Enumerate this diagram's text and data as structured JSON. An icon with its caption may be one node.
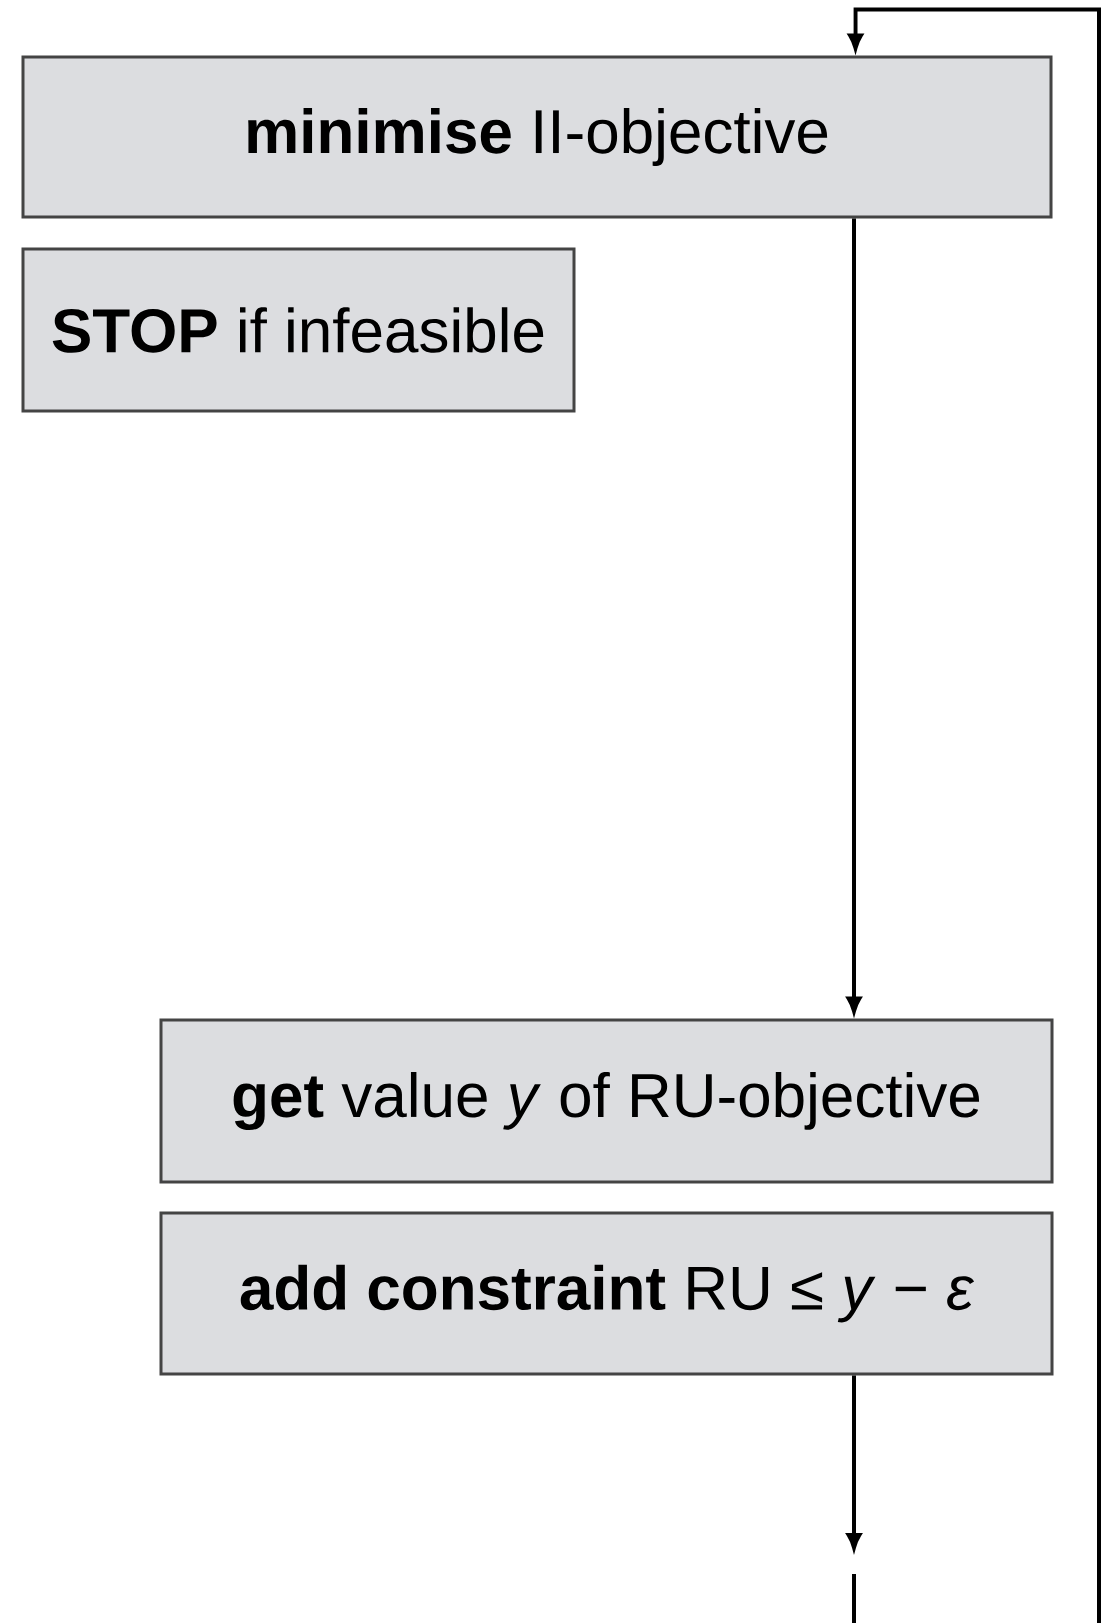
{
  "diagram": {
    "nodes": [
      {
        "text": [
          "**minimise** II-objective"
        ]
      },
      {
        "text": [
          "**STOP** if infeasible"
        ]
      },
      {
        "text": [
          "**get** value *y* of RU-objective"
        ]
      },
      {
        "text": [
          "**add constraint** RU ≤ *y* − *ε*"
        ]
      }
    ],
    "edges": [
      {
        "from": 0,
        "to": 2,
        "arrow": "to"
      },
      {
        "from": 3,
        "to": null,
        "arrow": "to"
      },
      {
        "from": null,
        "to": 0,
        "arrow": "to"
      }
    ]
  }
}
